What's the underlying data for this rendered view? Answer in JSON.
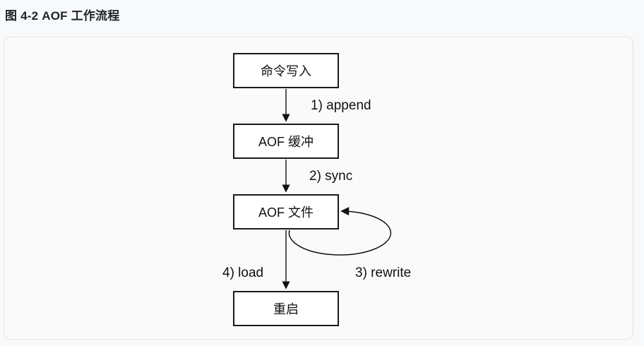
{
  "figure": {
    "title": "图 4-2 AOF 工作流程"
  },
  "diagram": {
    "nodes": [
      {
        "id": "command-write",
        "label": "命令写入"
      },
      {
        "id": "aof-buffer",
        "label": "AOF 缓冲"
      },
      {
        "id": "aof-file",
        "label": "AOF 文件"
      },
      {
        "id": "restart",
        "label": "重启"
      }
    ],
    "edges": [
      {
        "label": "1) append",
        "from": "command-write",
        "to": "aof-buffer"
      },
      {
        "label": "2) sync",
        "from": "aof-buffer",
        "to": "aof-file"
      },
      {
        "label": "3) rewrite",
        "from": "aof-file",
        "to": "aof-file"
      },
      {
        "label": "4) load",
        "from": "aof-file",
        "to": "restart"
      }
    ]
  },
  "colors": {
    "page_background": "#f8f9fa",
    "panel_background": "#fafafa",
    "panel_border": "#e3e4e8",
    "node_border": "#1a1a1a",
    "node_background": "#ffffff",
    "line": "#111111",
    "title_text": "#1f2328"
  }
}
